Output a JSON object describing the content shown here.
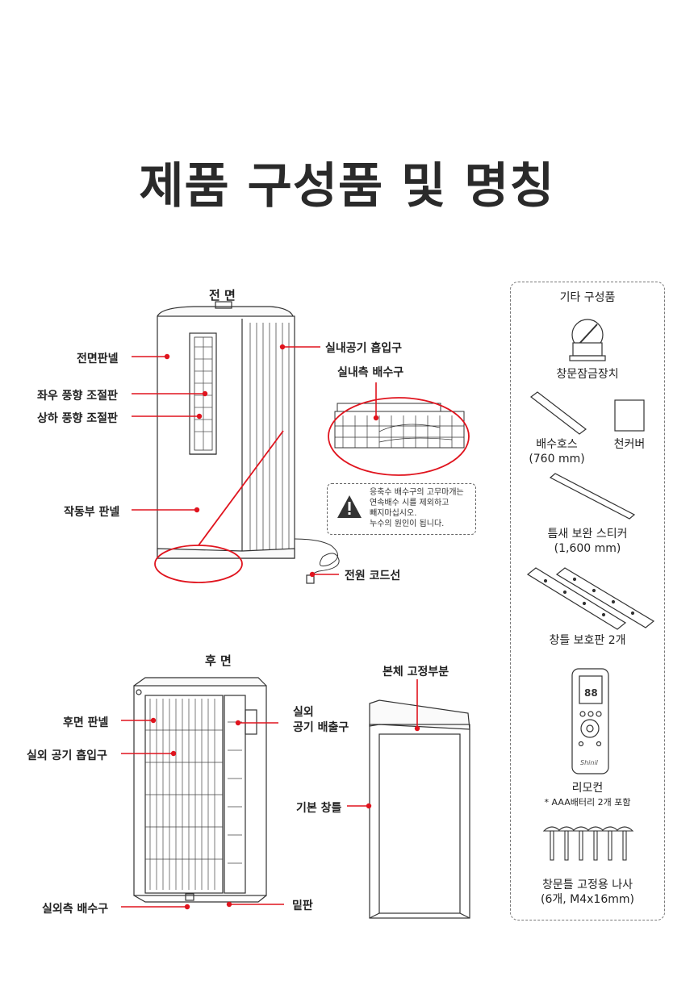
{
  "page": {
    "title": "제품 구성품 및 명칭"
  },
  "front": {
    "heading": "전 면",
    "labels": {
      "front_panel": "전면판넬",
      "lr_vane": "좌우 풍향 조절판",
      "ud_vane": "상하 풍향 조절판",
      "control_panel": "작동부 판넬",
      "indoor_intake": "실내공기 흡입구",
      "indoor_drain": "실내측 배수구",
      "power_cord": "전원 코드선"
    },
    "warning": {
      "line1": "응축수 배수구의 고무마개는",
      "line2": "연속배수 시를 제외하고",
      "line3": "빼지마십시오.",
      "line4": "누수의 원인이 됩니다."
    }
  },
  "rear": {
    "heading": "후 면",
    "labels": {
      "rear_panel": "후면 판넬",
      "outdoor_intake": "실외 공기 흡입구",
      "outdoor_exhaust_1": "실외",
      "outdoor_exhaust_2": "공기 배출구",
      "outdoor_drain": "실외측 배수구",
      "base": "밑판",
      "body_fixing": "본체 고정부분",
      "basic_frame": "기본 창틀"
    }
  },
  "accessories": {
    "title": "기타 구성품",
    "window_lock": "창문잠금장치",
    "drain_hose": "배수호스",
    "drain_hose_size": "(760 mm)",
    "cloth_cover": "천커버",
    "gap_sticker": "틈새 보완 스티커",
    "gap_sticker_size": "(1,600 mm)",
    "frame_protector": "창틀 보호판 2개",
    "remote": "리모컨",
    "remote_note": "* AAA배터리 2개 포함",
    "remote_display": "88",
    "remote_brand": "Shinil",
    "screws": "창문틀 고정용 나사",
    "screws_spec": "(6개, M4x16mm)"
  },
  "colors": {
    "accent": "#e0141e",
    "line": "#333333"
  }
}
